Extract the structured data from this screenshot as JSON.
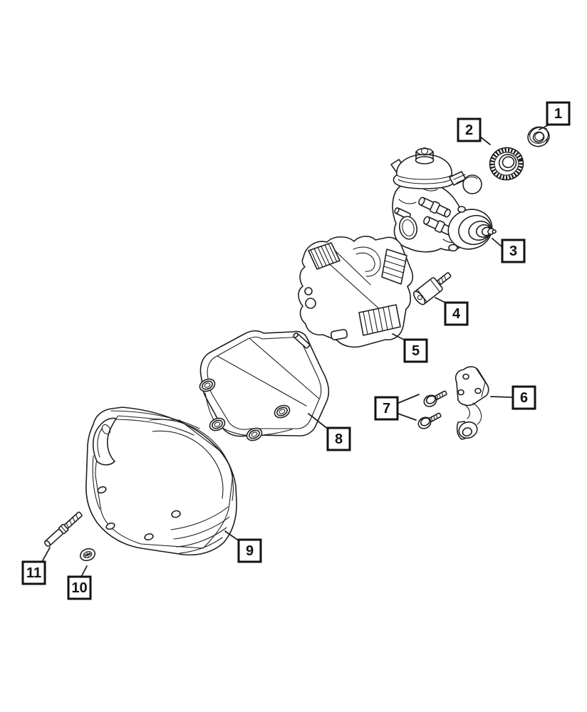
{
  "figure": {
    "kind": "exploded-parts-diagram",
    "background_color": "#ffffff",
    "line_color": "#1f1f1f",
    "callout_box_color": "#121212",
    "callouts": [
      {
        "label": "1",
        "part": "flange-nut"
      },
      {
        "label": "2",
        "part": "pump-drive-gear"
      },
      {
        "label": "3",
        "part": "fuel-injection-pump"
      },
      {
        "label": "4",
        "part": "spacer-stud"
      },
      {
        "label": "5",
        "part": "upper-insulator"
      },
      {
        "label": "6",
        "part": "support-bracket"
      },
      {
        "label": "7",
        "part": "hex-flange-bolts"
      },
      {
        "label": "8",
        "part": "inner-insulator-cover"
      },
      {
        "label": "9",
        "part": "outer-insulator-cover"
      },
      {
        "label": "10",
        "part": "push-nut"
      },
      {
        "label": "11",
        "part": "mounting-stud"
      }
    ]
  }
}
